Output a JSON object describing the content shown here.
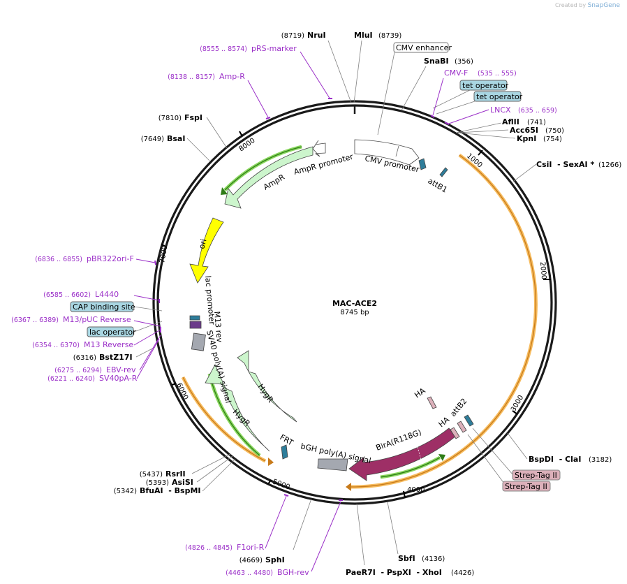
{
  "watermark": {
    "prefix": "Created by",
    "brand": "SnapGene"
  },
  "plasmid": {
    "name": "MAC-ACE2",
    "length_label": "8745 bp"
  },
  "ticks": [
    "1000",
    "2000",
    "3000",
    "4000",
    "5000",
    "6000",
    "7000",
    "8000"
  ],
  "sites": [
    {
      "name": "NruI",
      "pos": "(8719)"
    },
    {
      "name": "MluI",
      "pos": "(8739)"
    },
    {
      "name": "SnaBI",
      "pos": "(356)"
    },
    {
      "name": "AflII",
      "pos": "(741)"
    },
    {
      "name": "Acc65I",
      "pos": "(750)"
    },
    {
      "name": "KpnI",
      "pos": "(754)"
    },
    {
      "name": "CsiI  - SexAI *",
      "pos": "(1266)"
    },
    {
      "name": "BspDI  - ClaI",
      "pos": "(3182)"
    },
    {
      "name": "SbfI",
      "pos": "(4136)"
    },
    {
      "name": "PaeR7I  - PspXI  - XhoI",
      "pos": "(4426)"
    },
    {
      "name": "SphI",
      "pos": "(4669)"
    },
    {
      "name": "BfuAI  - BspMI",
      "pos": "(5342)"
    },
    {
      "name": "AsiSI",
      "pos": "(5393)"
    },
    {
      "name": "RsrII",
      "pos": "(5437)"
    },
    {
      "name": "BstZ17I",
      "pos": "(6316)"
    },
    {
      "name": "BsaI",
      "pos": "(7649)"
    },
    {
      "name": "FspI",
      "pos": "(7810)"
    }
  ],
  "primers": [
    {
      "name": "pRS-marker",
      "range": "(8555 .. 8574)"
    },
    {
      "name": "Amp-R",
      "range": "(8138 .. 8157)"
    },
    {
      "name": "CMV-F",
      "range": "(535 .. 555)"
    },
    {
      "name": "LNCX",
      "range": "(635 .. 659)"
    },
    {
      "name": "pBR322ori-F",
      "range": "(6836 .. 6855)"
    },
    {
      "name": "L4440",
      "range": "(6585 .. 6602)"
    },
    {
      "name": "M13/pUC Reverse",
      "range": "(6367 .. 6389)"
    },
    {
      "name": "M13 Reverse",
      "range": "(6354 .. 6370)"
    },
    {
      "name": "EBV-rev",
      "range": "(6275 .. 6294)"
    },
    {
      "name": "SV40pA-R",
      "range": "(6221 .. 6240)"
    },
    {
      "name": "F1ori-R",
      "range": "(4826 .. 4845)"
    },
    {
      "name": "BGH-rev",
      "range": "(4463 .. 4480)"
    }
  ],
  "boxed_features": [
    {
      "name": "CMV enhancer"
    },
    {
      "name": "tet operator"
    },
    {
      "name": "tet operator"
    },
    {
      "name": "CAP binding site"
    },
    {
      "name": "lac operator"
    },
    {
      "name": "Strep-Tag II"
    },
    {
      "name": "Strep-Tag II"
    }
  ],
  "feature_labels": {
    "cmv_promoter": "CMV promoter",
    "attb1": "attB1",
    "ampr": "AmpR",
    "ampr_promoter": "AmpR promoter",
    "ori": "ori",
    "lac_promoter": "lac promoter",
    "m13_rev": "M13 rev",
    "sv40": "SV40 poly(A) signal",
    "hygr_inner": "HygR",
    "hygr_outer": "HygR",
    "frt": "FRT",
    "bgh": "bGH poly(A) signal",
    "bira": "BirA(R118G)",
    "ha1": "HA",
    "ha2": "HA",
    "attb2": "attB2"
  },
  "colors": {
    "backbone": "#1a1a1a",
    "enzyme_line": "#808080",
    "primer": "#9b30c8",
    "ampr_fill": "#ccf5cc",
    "ori_fill": "#ffff00",
    "bira_fill": "#9e2f66",
    "grey_feature": "#a4a8b0",
    "op_fill": "#a9d6e2",
    "strep_fill": "#dcb0ba",
    "orange_band": "#f5b44b",
    "green_band": "#7dd44d"
  }
}
